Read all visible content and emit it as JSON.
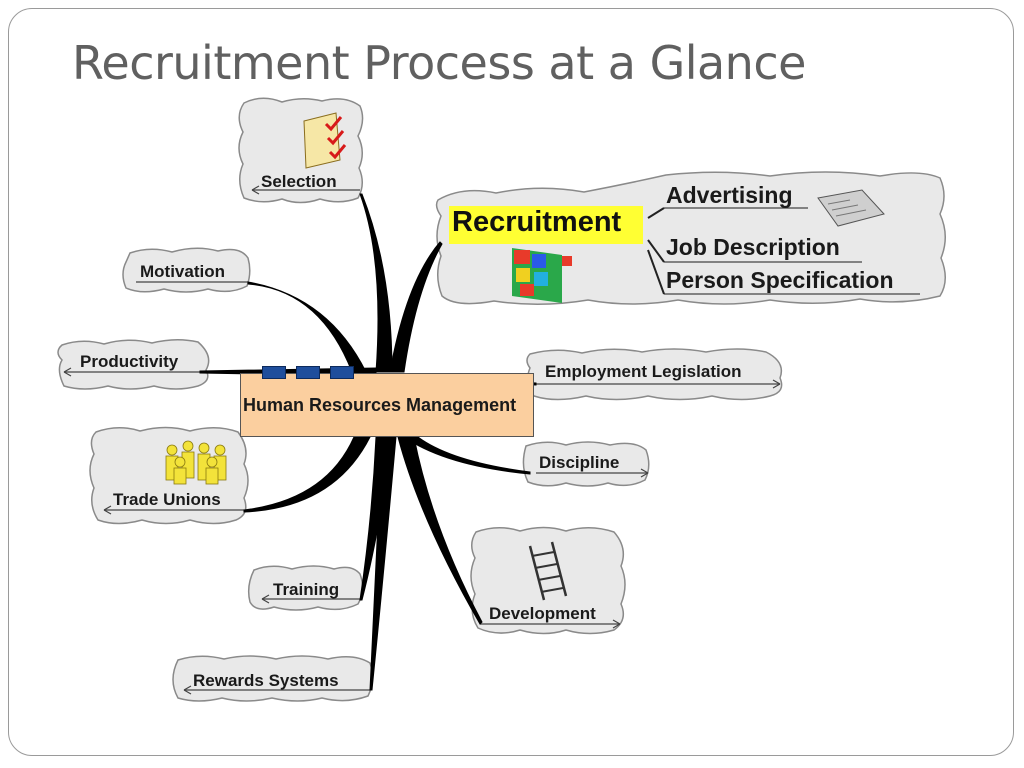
{
  "slide": {
    "title": "Recruitment Process at a Glance"
  },
  "diagram": {
    "center": "Human Resources Management",
    "nodes": {
      "selection": "Selection",
      "motivation": "Motivation",
      "productivity": "Productivity",
      "trade_unions": "Trade Unions",
      "training": "Training",
      "rewards_systems": "Rewards Systems",
      "recruitment": "Recruitment",
      "employment_legislation": "Employment Legislation",
      "discipline": "Discipline",
      "development": "Development"
    },
    "recruitment_children": {
      "advertising": "Advertising",
      "job_description": "Job Description",
      "person_specification": "Person Specification"
    },
    "colors": {
      "center_fill": "#fbcf9f",
      "highlight": "#ffff33",
      "bubble_fill": "#e9e9e9",
      "pin": "#1f4e9c"
    }
  }
}
